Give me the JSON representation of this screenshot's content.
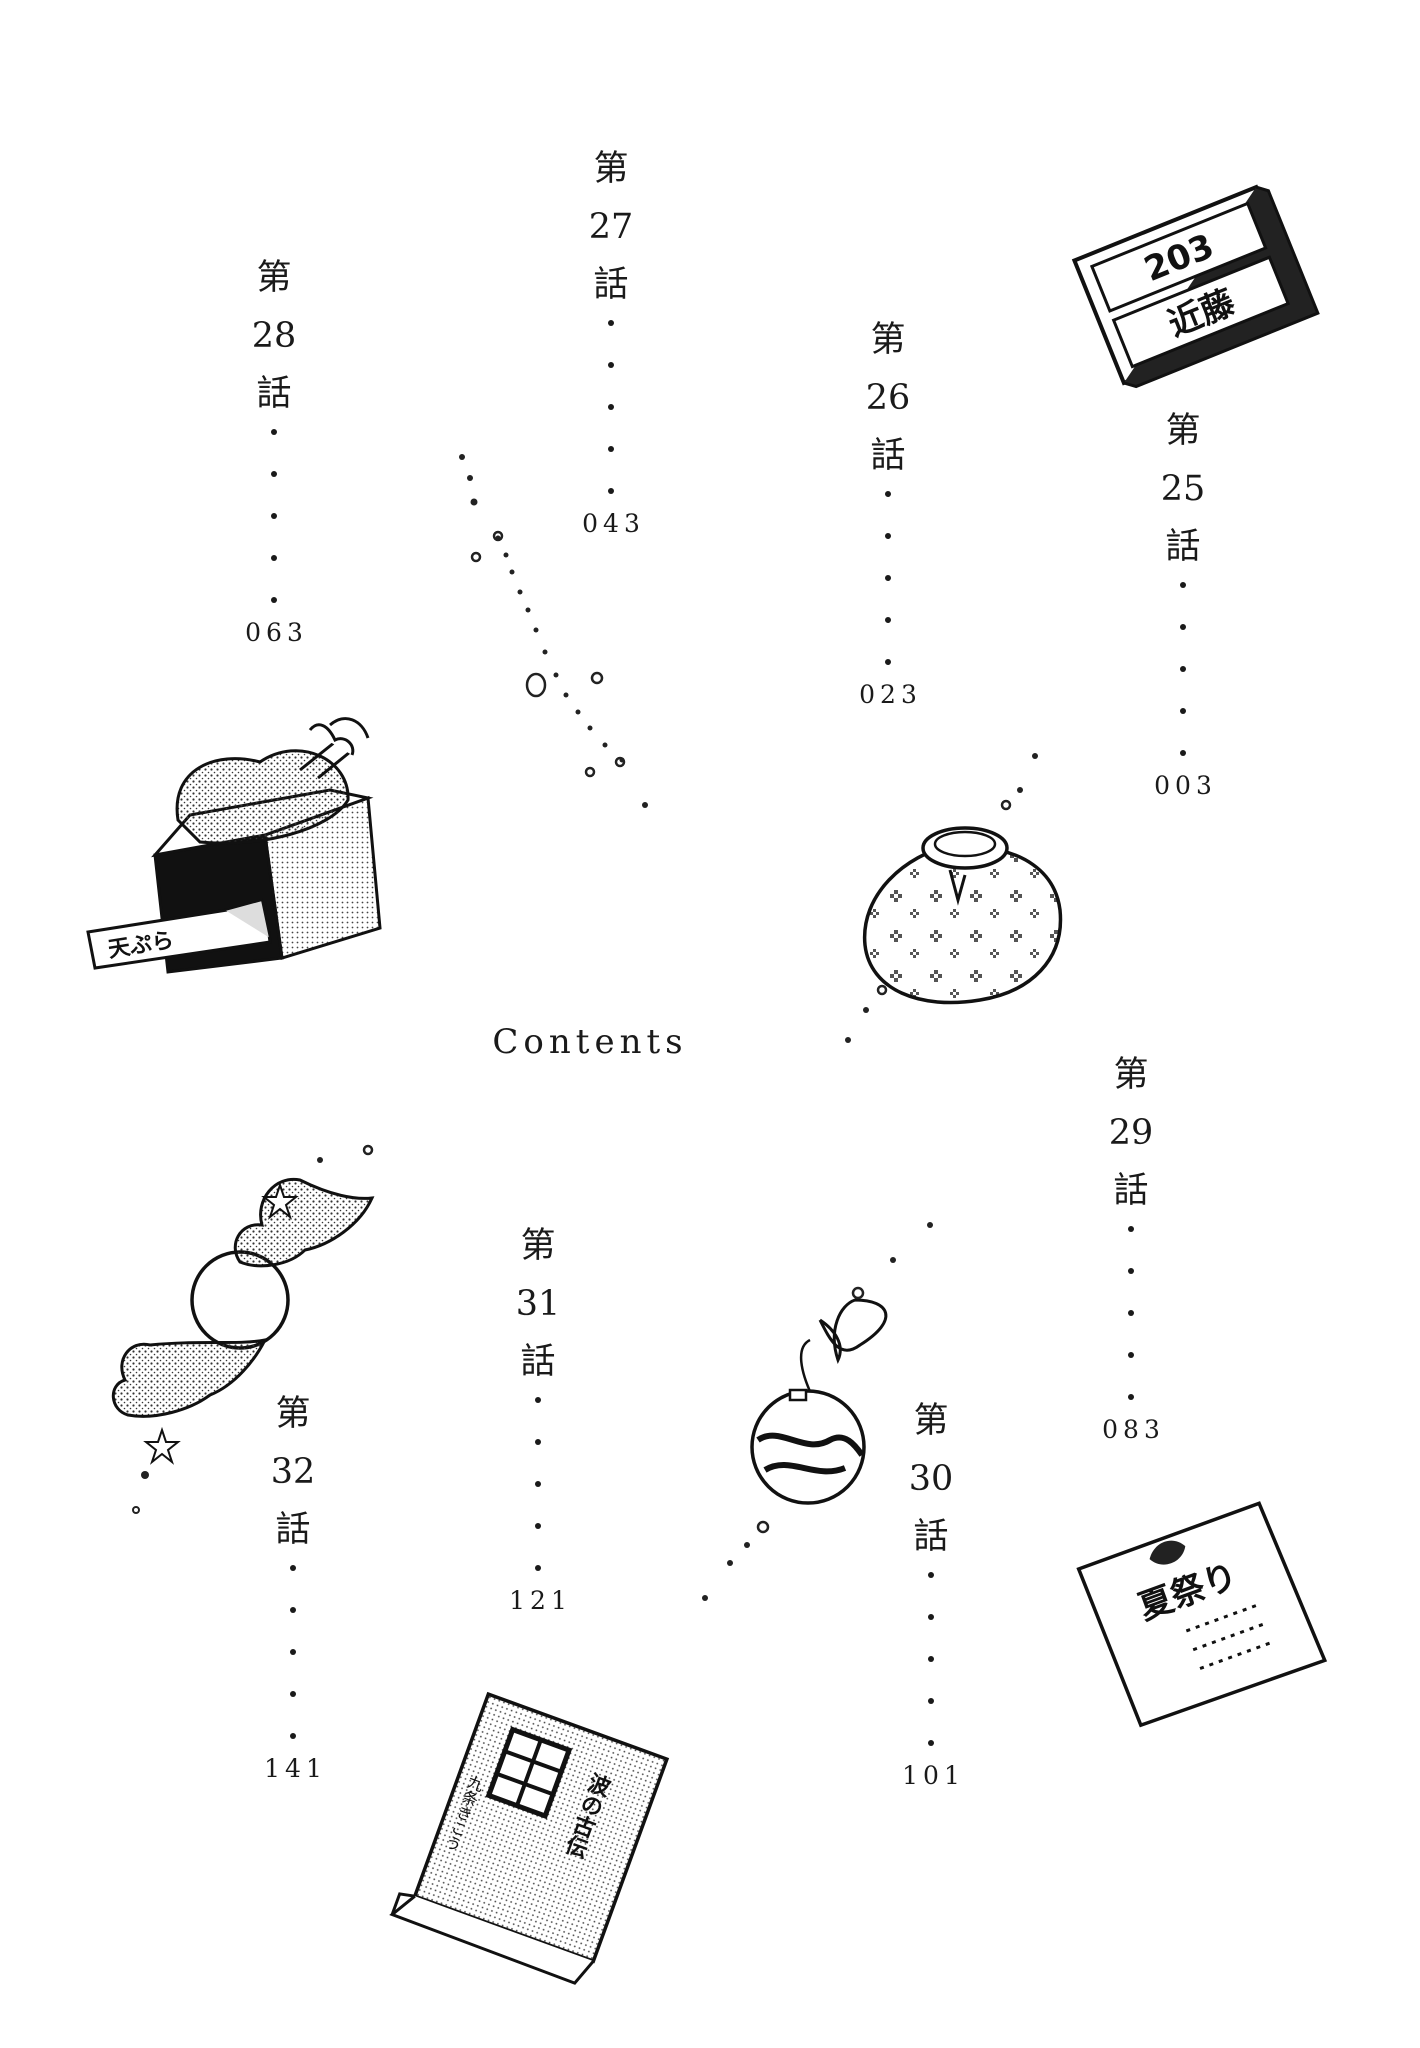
{
  "title": "Contents",
  "chapters": [
    {
      "id": "25",
      "label": "第",
      "num": "25",
      "wa": "話",
      "page": "003"
    },
    {
      "id": "26",
      "label": "第",
      "num": "26",
      "wa": "話",
      "page": "023"
    },
    {
      "id": "27",
      "label": "第",
      "num": "27",
      "wa": "話",
      "page": "043"
    },
    {
      "id": "28",
      "label": "第",
      "num": "28",
      "wa": "話",
      "page": "063"
    },
    {
      "id": "29",
      "label": "第",
      "num": "29",
      "wa": "話",
      "page": "083"
    },
    {
      "id": "30",
      "label": "第",
      "num": "30",
      "wa": "話",
      "page": "101"
    },
    {
      "id": "31",
      "label": "第",
      "num": "31",
      "wa": "話",
      "page": "121"
    },
    {
      "id": "32",
      "label": "第",
      "num": "32",
      "wa": "話",
      "page": "141"
    }
  ],
  "illustrations": {
    "nameplate": {
      "room": "203",
      "name": "近藤"
    },
    "tempura": {
      "label": "天ぷら"
    },
    "flyer": {
      "label": "夏祭り"
    },
    "book": {
      "title": "波の古伝",
      "author": "九条きこう"
    }
  }
}
